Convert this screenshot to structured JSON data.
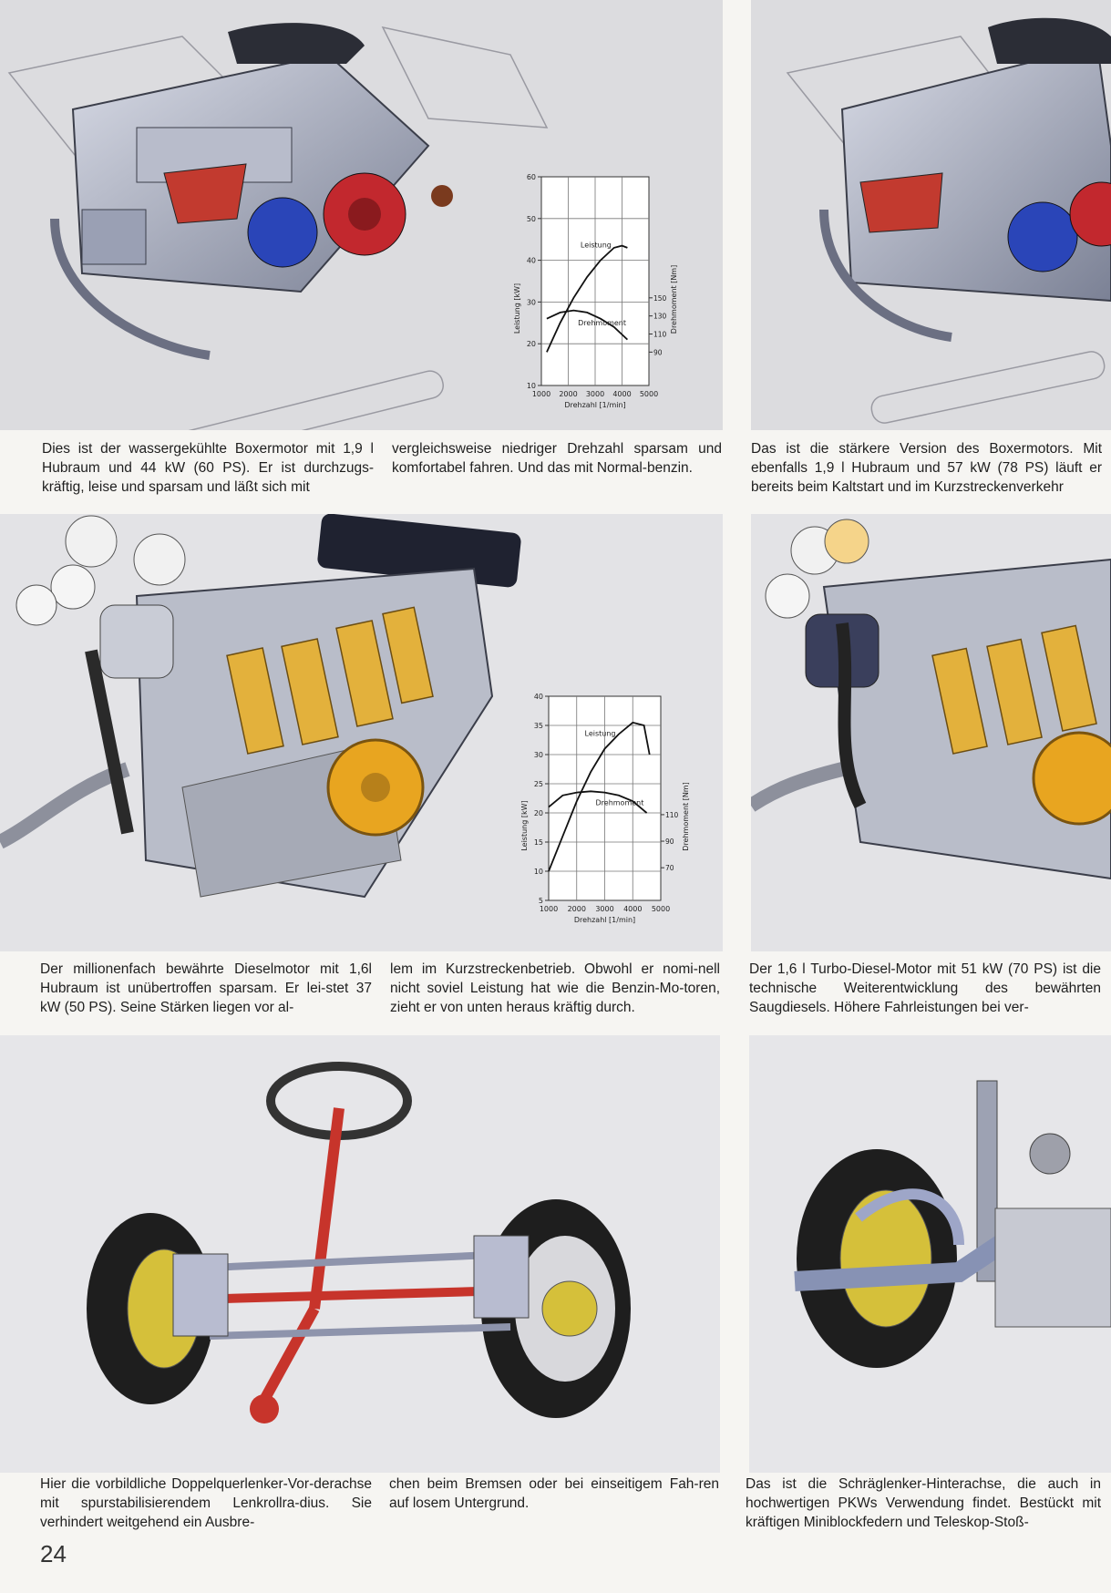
{
  "page_number": "24",
  "captions": {
    "row1_left": "Dies ist der wassergekühlte Boxermotor mit 1,9 l Hubraum und 44 kW (60 PS). Er ist durchzugs-kräftig, leise und sparsam und läßt sich mit",
    "row1_mid": "vergleichsweise niedriger Drehzahl sparsam und komfortabel fahren. Und das mit Normal-benzin.",
    "row1_right": "Das ist die stärkere Version des Boxermotors. Mit ebenfalls 1,9 l Hubraum und 57 kW (78 PS) läuft er bereits beim Kaltstart und im Kurzstreckenverkehr",
    "row2_left": "Der millionenfach bewährte Dieselmotor mit 1,6l Hubraum ist unübertroffen sparsam. Er lei-stet 37 kW (50 PS). Seine Stärken liegen vor al-",
    "row2_mid": "lem im Kurzstreckenbetrieb. Obwohl er nomi-nell nicht soviel Leistung hat wie die Benzin-Mo-toren, zieht er von unten heraus kräftig durch.",
    "row2_right": "Der 1,6 l Turbo-Diesel-Motor  mit 51 kW (70 PS) ist die technische Weiterentwicklung des bewährten Saugdiesels.  Höhere  Fahrleistungen  bei  ver-",
    "row3_left": "Hier die vorbildliche Doppelquerlenker-Vor-derachse mit spurstabilisierendem Lenkrollra-dius. Sie verhindert weitgehend ein Ausbre-",
    "row3_mid": "chen beim Bremsen oder bei einseitigem Fah-ren auf losem Untergrund.",
    "row3_right": "Das ist die Schräglenker-Hinterachse, die auch in hochwertigen PKWs Verwendung findet. Bestückt mit kräftigen Miniblockfedern und Teleskop-Stoß-"
  },
  "chart_data": [
    {
      "type": "line",
      "xlabel": "Drehzahl [1/min]",
      "ylabel": "Leistung [kW]",
      "y2label": "Drehmoment [Nm]",
      "xlim": [
        1000,
        5000
      ],
      "ylim": [
        10,
        60
      ],
      "x_ticks": [
        "1000",
        "2000",
        "3000",
        "4000",
        "5000"
      ],
      "y_ticks": [
        "10",
        "20",
        "30",
        "40",
        "50",
        "60"
      ],
      "y2_ticks": [
        "150",
        "130",
        "110",
        "90"
      ],
      "series": [
        {
          "name": "Leistung",
          "x": [
            1200,
            1700,
            2200,
            2700,
            3200,
            3700,
            4000,
            4200
          ],
          "values": [
            18,
            25,
            31,
            36,
            40,
            43,
            43.5,
            43
          ]
        },
        {
          "name": "Drehmoment",
          "x": [
            1200,
            1700,
            2200,
            2700,
            3200,
            3700,
            4200
          ],
          "values": [
            26,
            27.5,
            28,
            27.5,
            26,
            24,
            21
          ]
        }
      ]
    },
    {
      "type": "line",
      "xlabel": "Drehzahl [1/min]",
      "ylabel": "Leistung [kW]",
      "y2label": "Drehmoment [Nm]",
      "xlim": [
        1000,
        5000
      ],
      "ylim": [
        5,
        40
      ],
      "x_ticks": [
        "1000",
        "2000",
        "3000",
        "4000",
        "5000"
      ],
      "y_ticks": [
        "5",
        "10",
        "15",
        "20",
        "25",
        "30",
        "35",
        "40"
      ],
      "y2_ticks": [
        "110",
        "90",
        "70"
      ],
      "series": [
        {
          "name": "Leistung",
          "x": [
            1000,
            1500,
            2000,
            2500,
            3000,
            3500,
            4000,
            4400,
            4600
          ],
          "values": [
            10,
            16,
            22,
            27,
            31,
            33.5,
            35.5,
            35,
            30
          ]
        },
        {
          "name": "Drehmoment",
          "x": [
            1000,
            1500,
            2000,
            2500,
            3000,
            3500,
            4000,
            4500
          ],
          "values": [
            21,
            23,
            23.5,
            23.7,
            23.5,
            23,
            22,
            20
          ]
        }
      ]
    }
  ]
}
